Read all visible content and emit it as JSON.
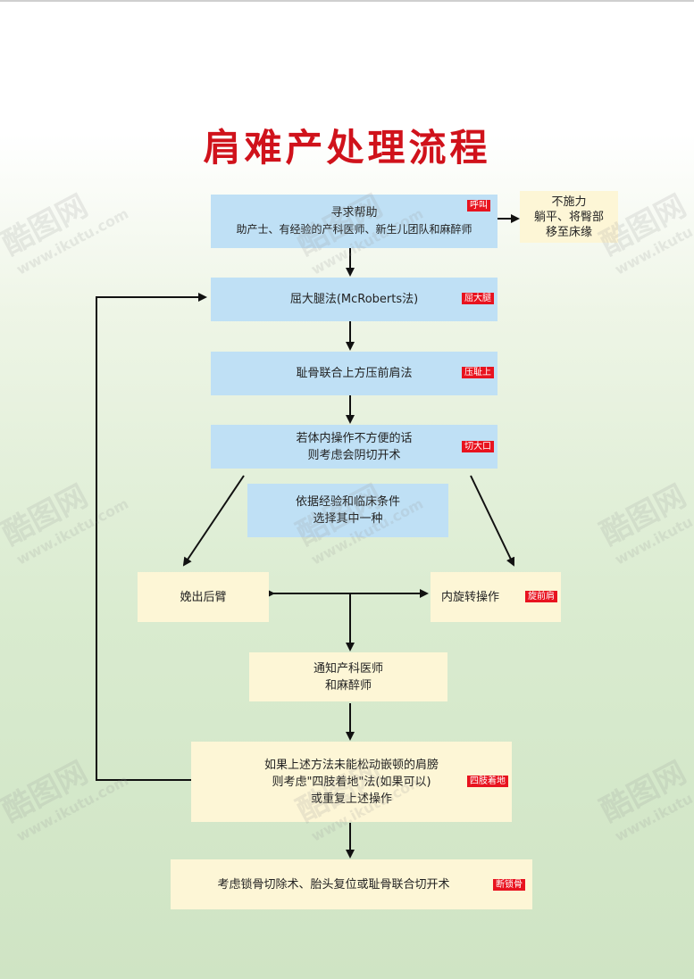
{
  "title": "肩难产处理流程",
  "nodes": {
    "seek_help": {
      "line1": "寻求帮助",
      "line2": "助产士、有经验的产科医师、新生儿团队和麻醉师",
      "tag": "呼叫"
    },
    "no_force": {
      "line1": "不施力",
      "line2": "躺平、将臀部",
      "line3": "移至床缘"
    },
    "mcroberts": {
      "line1": "屈大腿法(McRoberts法)",
      "tag": "屈大腿"
    },
    "suprapubic": {
      "line1": "耻骨联合上方压前肩法",
      "tag": "压耻上"
    },
    "episiotomy": {
      "line1": "若体内操作不方便的话",
      "line2": "则考虑会阴切开术",
      "tag": "切大口"
    },
    "choose": {
      "line1": "依据经验和临床条件",
      "line2": "选择其中一种"
    },
    "posterior_arm": {
      "line1": "娩出后臂"
    },
    "rotation": {
      "line1": "内旋转操作",
      "tag": "旋前肩"
    },
    "notify": {
      "line1": "通知产科医师",
      "line2": "和麻醉师"
    },
    "all_fours": {
      "line1": "如果上述方法未能松动嵌顿的肩膀",
      "line2": "则考虑\"四肢着地\"法(如果可以)",
      "line3": "或重复上述操作",
      "tag": "四肢着地"
    },
    "final": {
      "line1": "考虑锁骨切除术、胎头复位或耻骨联合切开术",
      "tag": "断锁骨"
    }
  },
  "watermark": {
    "brand": "酷图网",
    "url": "www.ikutu.com"
  },
  "colors": {
    "title": "#d0121b",
    "blue_box": "#bfe0f5",
    "cream_box": "#fdf6d6",
    "tag": "#e8131f"
  }
}
